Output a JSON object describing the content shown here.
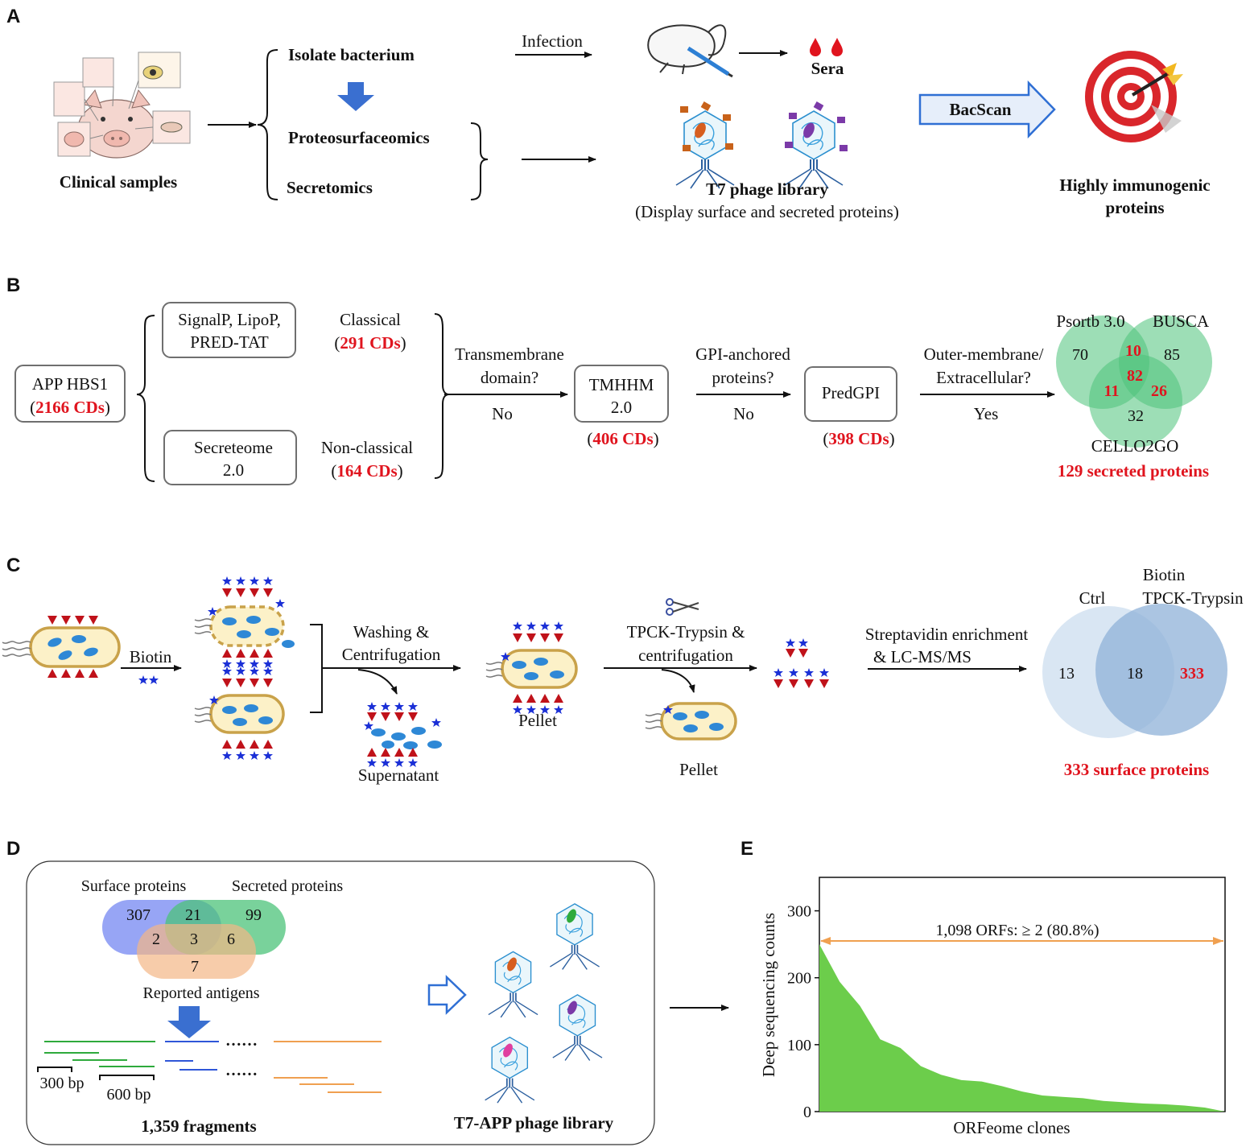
{
  "colors": {
    "red": "#e0141e",
    "arrow_blue": "#3a6fd0",
    "venn_green": "#4cc37a",
    "venn_blue_light": "#d5e3f2",
    "venn_blue_dark": "#8fb2d8",
    "area_green": "#6ccd4b",
    "orange": "#f0a050"
  },
  "panel_a": {
    "label": "A",
    "clinical": "Clinical samples",
    "isolate": "Isolate bacterium",
    "proteo": "Proteosurfaceomics",
    "secretomics": "Secretomics",
    "infection": "Infection",
    "sera": "Sera",
    "bacscan": "BacScan",
    "t7": "T7 phage library",
    "t7_sub": "(Display surface and secreted proteins)",
    "highly_1": "Highly immunogenic",
    "highly_2": "proteins",
    "icons": [
      "pig-illustration",
      "mouse-icon",
      "blood-drop-icon",
      "phage-icon",
      "target-icon"
    ]
  },
  "panel_b": {
    "label": "B",
    "app_1": "APP HBS1",
    "app_2a": "(",
    "app_2b": "2166 CDs",
    "app_2c": ")",
    "signalp_1": "SignalP, LipoP,",
    "signalp_2": "PRED-TAT",
    "classical": "Classical",
    "classical_cds": "291 CDs",
    "secreteome_1": "Secreteome",
    "secreteome_2": "2.0",
    "nonclassical": "Non-classical",
    "nonclassical_cds": "164 CDs",
    "tm_q1": "Transmembrane",
    "tm_q2": "domain?",
    "tm_ans": "No",
    "tmhmm_1": "TMHHM",
    "tmhmm_2": "2.0",
    "tmhmm_cds": "406 CDs",
    "gpi_q1": "GPI-anchored",
    "gpi_q2": "proteins?",
    "gpi_ans": "No",
    "predgpi": "PredGPI",
    "predgpi_cds": "398 CDs",
    "om_q1": "Outer-membrane/",
    "om_q2": "Extracellular?",
    "om_ans": "Yes",
    "venn": {
      "a": "Psortb 3.0",
      "b": "BUSCA",
      "c": "CELLO2GO",
      "a_only": "70",
      "ab": "10",
      "b_only": "85",
      "abc": "82",
      "ac": "11",
      "bc": "26",
      "c_only": "32"
    },
    "result": "129 secreted proteins",
    "open": "(",
    "close": ")"
  },
  "panel_c": {
    "label": "C",
    "biotin": "Biotin",
    "washing_1": "Washing &",
    "washing_2": "Centrifugation",
    "supernatant": "Supernatant",
    "pellet": "Pellet",
    "tpck_1": "TPCK-Trypsin &",
    "tpck_2": "centrifugation",
    "pellet2": "Pellet",
    "strep_1": "Streptavidin enrichment",
    "strep_2": "& LC-MS/MS",
    "venn": {
      "ctrl": "Ctrl",
      "biotin_1": "Biotin",
      "biotin_2": "TPCK-Trypsin",
      "left": "13",
      "mid": "18",
      "right": "333"
    },
    "result": "333 surface proteins",
    "icons": [
      "bacterium-icon",
      "biotin-icon",
      "scissors-icon"
    ]
  },
  "panel_d": {
    "label": "D",
    "surface": "Surface proteins",
    "secreted": "Secreted proteins",
    "reported": "Reported antigens",
    "venn": {
      "surface_only": "307",
      "surf_sec": "21",
      "sec_only": "99",
      "surf_rep": "2",
      "all": "3",
      "sec_rep": "6",
      "rep_only": "7"
    },
    "dots": "……",
    "bp300": "300 bp",
    "bp600": "600 bp",
    "fragments": "1,359 fragments",
    "library": "T7-APP phage library",
    "icons": [
      "hollow-arrow-icon",
      "phage-icon"
    ]
  },
  "panel_e": {
    "label": "E"
  },
  "chart_data": {
    "type": "area",
    "ylabel": "Deep sequencing counts",
    "xlabel": "ORFeome clones",
    "ylim": [
      0,
      350
    ],
    "yticks": [
      0,
      100,
      200,
      300
    ],
    "x": [
      0,
      0.1,
      0.2,
      0.3,
      0.4,
      0.5,
      0.6,
      0.7,
      0.8,
      0.9,
      1.0
    ],
    "values": [
      250,
      194,
      158,
      108,
      95,
      68,
      55,
      47,
      45,
      38,
      30,
      24,
      22,
      20,
      16,
      14,
      12,
      11,
      9,
      6,
      0
    ],
    "annotation": "1,098 ORFs: ≥ 2 (80.8%)",
    "grid": false
  }
}
